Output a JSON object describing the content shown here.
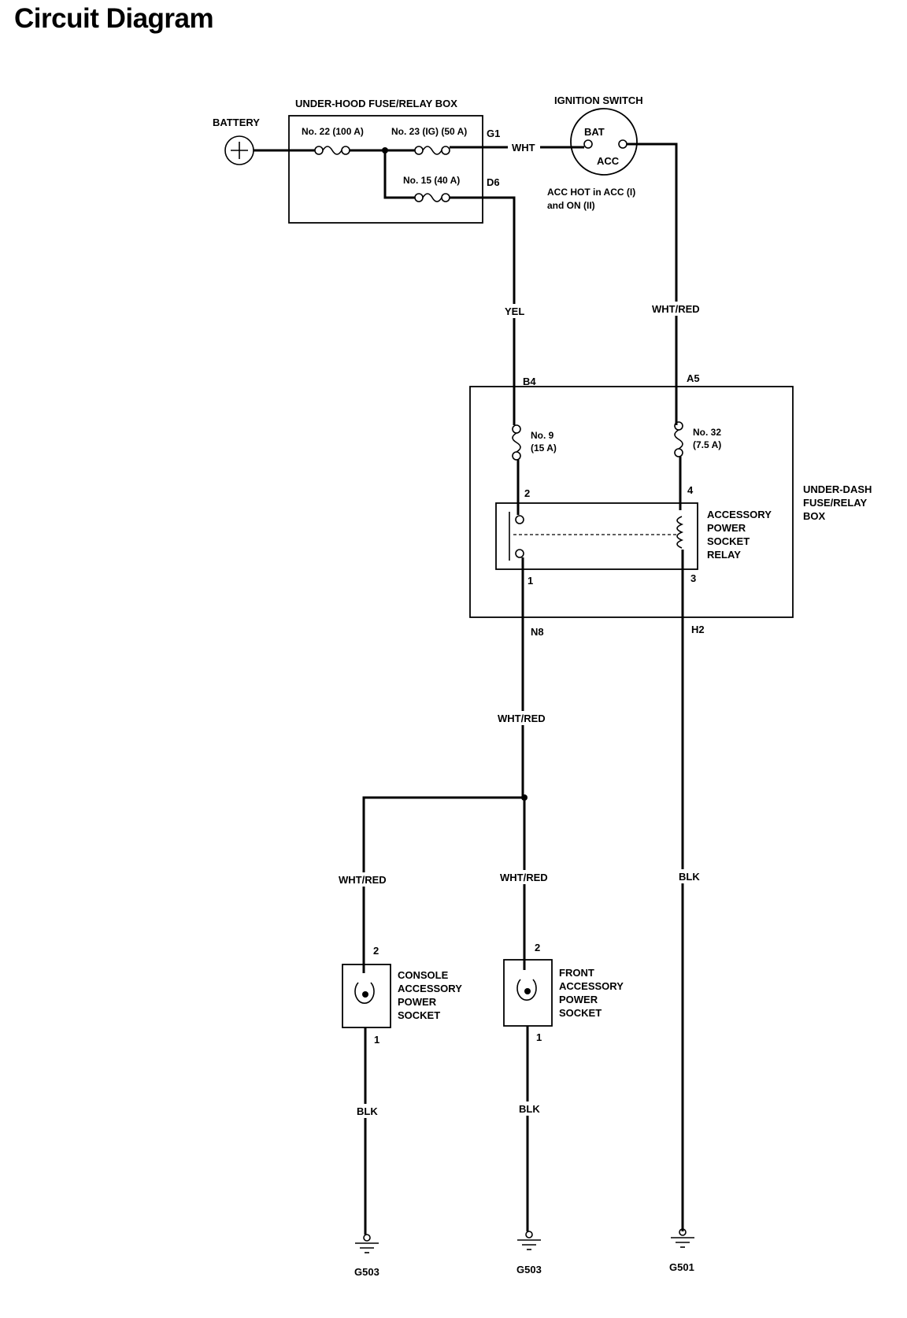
{
  "title": "Circuit Diagram",
  "components": {
    "battery": "BATTERY",
    "underhood_box": "UNDER-HOOD FUSE/RELAY BOX",
    "fuse_22": "No. 22 (100 A)",
    "fuse_23": "No. 23 (IG) (50 A)",
    "fuse_15": "No. 15 (40 A)",
    "ignition_switch": "IGNITION SWITCH",
    "bat": "BAT",
    "acc": "ACC",
    "acc_note_1": "ACC HOT in ACC (I)",
    "acc_note_2": "and ON (II)",
    "fuse_9_a": "No. 9",
    "fuse_9_b": "(15 A)",
    "fuse_32_a": "No. 32",
    "fuse_32_b": "(7.5 A)",
    "underdash_1": "UNDER-DASH",
    "underdash_2": "FUSE/RELAY",
    "underdash_3": "BOX",
    "relay_1": "ACCESSORY",
    "relay_2": "POWER",
    "relay_3": "SOCKET",
    "relay_4": "RELAY",
    "console_1": "CONSOLE",
    "console_2": "ACCESSORY",
    "console_3": "POWER",
    "console_4": "SOCKET",
    "front_1": "FRONT",
    "front_2": "ACCESSORY",
    "front_3": "POWER",
    "front_4": "SOCKET"
  },
  "connectors": {
    "g1": "G1",
    "d6": "D6",
    "b4": "B4",
    "a5": "A5",
    "n8": "N8",
    "h2": "H2",
    "relay_pin_2": "2",
    "relay_pin_4": "4",
    "relay_pin_1": "1",
    "relay_pin_3": "3",
    "console_pin_2": "2",
    "console_pin_1": "1",
    "front_pin_2": "2",
    "front_pin_1": "1"
  },
  "wires": {
    "wht": "WHT",
    "yel": "YEL",
    "wht_red_ign": "WHT/RED",
    "wht_red_n8": "WHT/RED",
    "wht_red_console": "WHT/RED",
    "wht_red_front": "WHT/RED",
    "blk_h2": "BLK",
    "blk_console": "BLK",
    "blk_front": "BLK"
  },
  "grounds": {
    "console": "G503",
    "front": "G503",
    "relay": "G501"
  }
}
